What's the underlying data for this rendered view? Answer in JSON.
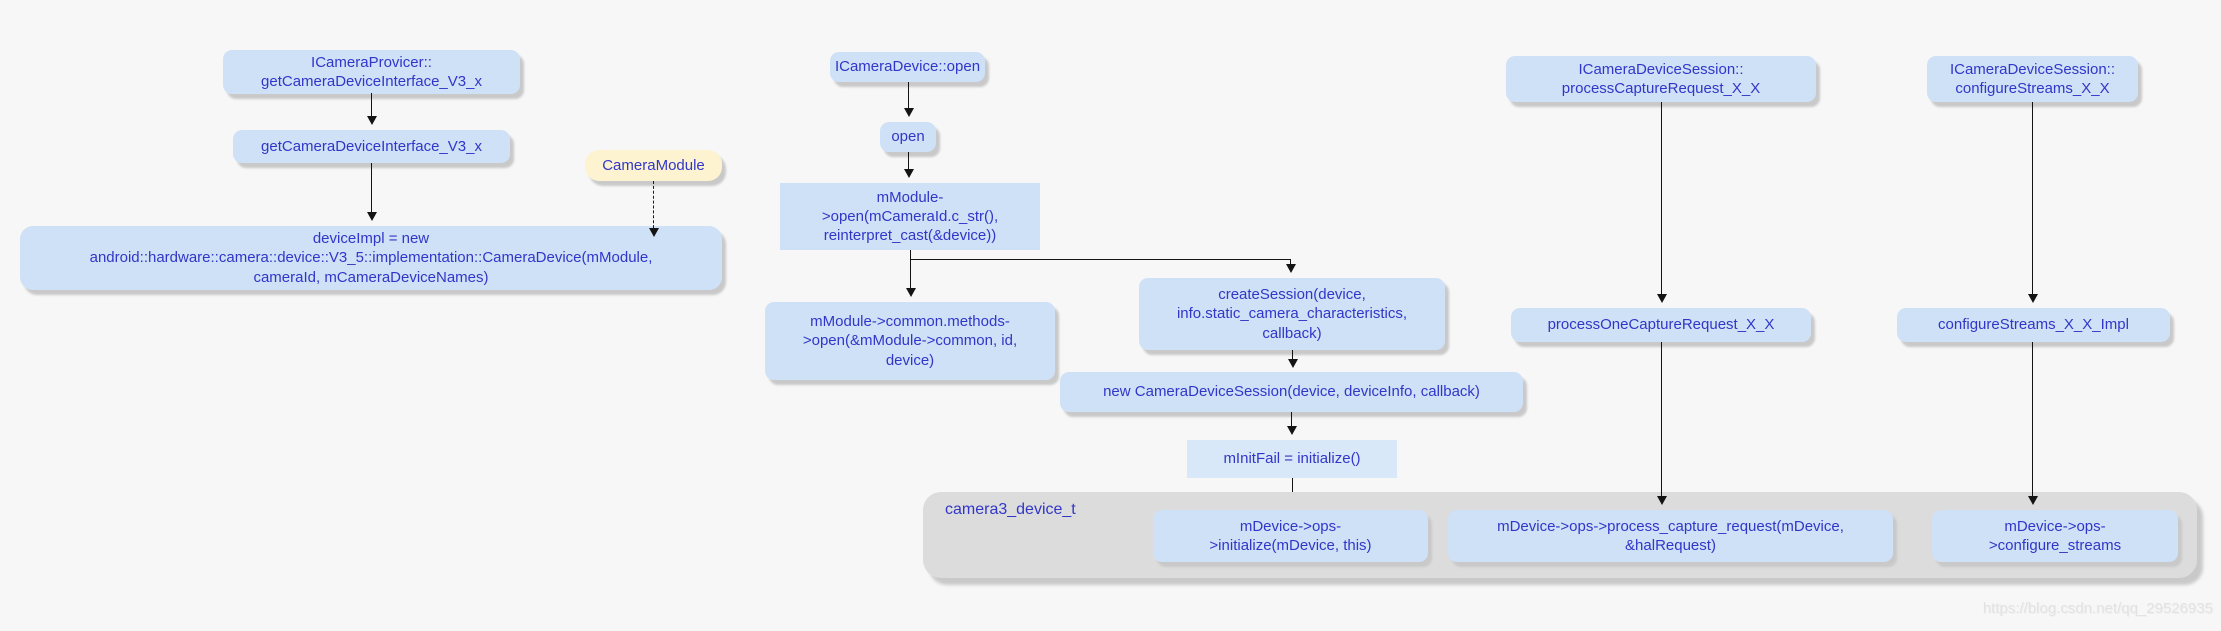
{
  "page": {
    "background": "#f7f7f7",
    "watermark": "https://blog.csdn.net/qq_29526935"
  },
  "palette": {
    "node_fill": "#cfe1f7",
    "node_fill_flat": "#d9e8f9",
    "node_text": "#3136c9",
    "module_fill": "#fdf3d1",
    "container_fill": "#dcdcdc",
    "arrow": "#141414",
    "shadow": "#c9c9c9"
  },
  "diagram": {
    "container_label": "camera3_device_t",
    "nodes": {
      "icamera_provider": "ICameraProvicer::\ngetCameraDeviceInterface_V3_x",
      "get_camera_device_interface": "getCameraDeviceInterface_V3_x",
      "camera_module": "CameraModule",
      "device_impl": "deviceImpl = new\nandroid::hardware::camera::device::V3_5::implementation::CameraDevice(mModule,\ncameraId, mCameraDeviceNames)",
      "icamera_device_open": "ICameraDevice::open",
      "open": "open",
      "mmodule_open": "mModule-\n>open(mCameraId.c_str(),\nreinterpret_cast(&device))",
      "mmodule_common_open": "mModule->common.methods-\n>open(&mModule->common, id,\ndevice)",
      "create_session": "createSession(device,\ninfo.static_camera_characteristics,\ncallback)",
      "new_camera_device_session": "new CameraDeviceSession(device, deviceInfo, callback)",
      "minit_fail": "mInitFail = initialize()",
      "device_ops_initialize": "mDevice->ops-\n>initialize(mDevice, this)",
      "icamera_session_process_capture": "ICameraDeviceSession::\nprocessCaptureRequest_X_X",
      "process_one_capture_request": "processOneCaptureRequest_X_X",
      "device_ops_process_capture": "mDevice->ops->process_capture_request(mDevice,\n&halRequest)",
      "icamera_session_configure_streams": "ICameraDeviceSession::\nconfigureStreams_X_X",
      "configure_streams_impl": "configureStreams_X_X_Impl",
      "device_ops_configure_streams": "mDevice->ops-\n>configure_streams"
    }
  }
}
